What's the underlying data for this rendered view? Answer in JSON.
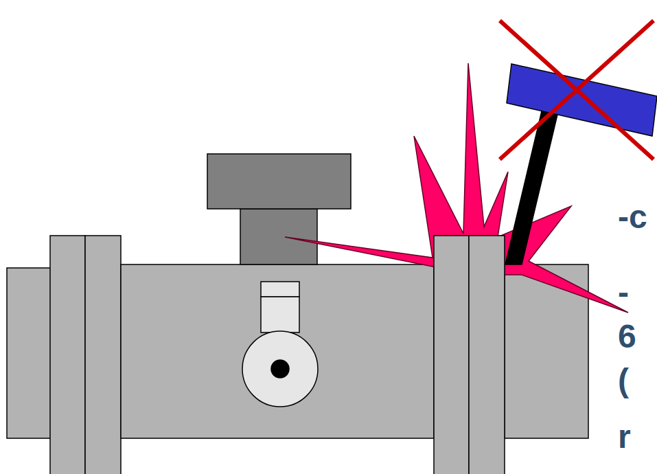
{
  "diagram": {
    "labels": [
      "-c",
      "-",
      "6",
      "(",
      "r"
    ]
  }
}
